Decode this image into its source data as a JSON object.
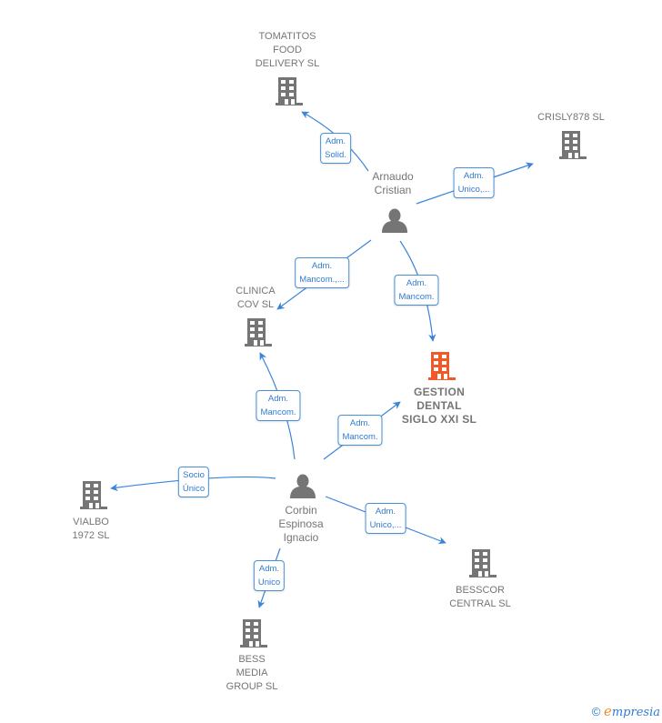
{
  "colors": {
    "company": "#757575",
    "focus_company": "#f05a28",
    "person": "#757575",
    "edge": "#3b84d9",
    "edge_label_text": "#2f7bd3"
  },
  "nodes": {
    "tomatitos": {
      "label": "TOMATITOS\nFOOD\nDELIVERY  SL",
      "type": "company"
    },
    "crisly": {
      "label": "CRISLY878  SL",
      "type": "company"
    },
    "arnaudo": {
      "label": "Arnaudo\nCristian",
      "type": "person"
    },
    "clinica": {
      "label": "CLINICA\nCOV  SL",
      "type": "company"
    },
    "gestion": {
      "label": "GESTION\nDENTAL\nSIGLO XXI  SL",
      "type": "focus-company"
    },
    "corbin": {
      "label": "Corbin\nEspinosa\nIgnacio",
      "type": "person"
    },
    "vialbo": {
      "label": "VIALBO\n1972 SL",
      "type": "company"
    },
    "besscor": {
      "label": "BESSCOR\nCENTRAL  SL",
      "type": "company"
    },
    "bess_media": {
      "label": "BESS\nMEDIA\nGROUP SL",
      "type": "company"
    }
  },
  "edges": [
    {
      "from": "arnaudo",
      "to": "tomatitos",
      "label": "Adm.\nSolid."
    },
    {
      "from": "arnaudo",
      "to": "crisly",
      "label": "Adm.\nUnico,..."
    },
    {
      "from": "arnaudo",
      "to": "clinica",
      "label": "Adm.\nMancom.,..."
    },
    {
      "from": "arnaudo",
      "to": "gestion",
      "label": "Adm.\nMancom."
    },
    {
      "from": "corbin",
      "to": "clinica",
      "label": "Adm.\nMancom."
    },
    {
      "from": "corbin",
      "to": "gestion",
      "label": "Adm.\nMancom."
    },
    {
      "from": "corbin",
      "to": "vialbo",
      "label": "Socio\nÚnico"
    },
    {
      "from": "corbin",
      "to": "besscor",
      "label": "Adm.\nUnico,..."
    },
    {
      "from": "corbin",
      "to": "bess_media",
      "label": "Adm.\nUnico"
    }
  ],
  "footer": {
    "copyright_symbol": "©",
    "brand_initial": "e",
    "brand_rest": "mpresia"
  }
}
